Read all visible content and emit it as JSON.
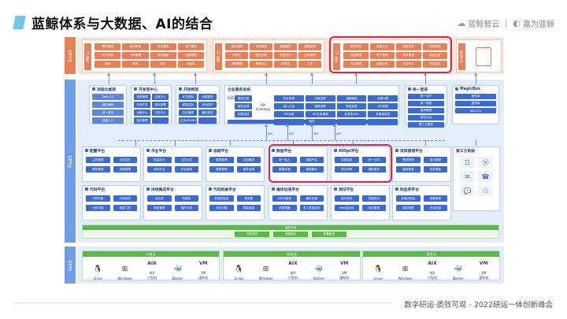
{
  "title": "蓝鲸体系与大数据、AI的结合",
  "logos": {
    "left": "蓝鲸智云",
    "right": "嘉为蓝鲸"
  },
  "footer": "数字研运·质效可观 - 2022研运一体创新峰会",
  "layers": {
    "saas": "SaaS",
    "paas": "PaaS",
    "iaas": "IaaS"
  },
  "saas_groups": [
    {
      "label": "CI 场景",
      "chips": [
        "需求管理",
        "版本管理",
        "研发管理",
        "资产管理",
        "交付质量",
        "代码管理",
        "测试管理",
        "运营管理",
        "测评",
        "需求",
        "设计",
        "制品库"
      ]
    },
    {
      "label": "CD 场景",
      "chips": [
        "发布管理",
        "环境管理",
        "部署编排",
        "配置管理",
        "可视化",
        "监控告警",
        "灰度发布",
        "应用管理",
        "流程管理",
        "资源中心",
        "服务台",
        "工单"
      ]
    },
    {
      "label": "CO 场景",
      "chips": [
        "故障自愈",
        "数据分析",
        "智能告警",
        "风险管理",
        "容量管理",
        "资产管理",
        "成本管理",
        "标准运维",
        "节点管理",
        "运营分析",
        "安全审计",
        "作业执行"
      ]
    }
  ],
  "phone_label": "移动平台",
  "vboxes_top": [
    {
      "title": "流程化桌面",
      "items": [
        "Web OS",
        "我的桌面",
        "统一登录",
        "快捷入口"
      ]
    },
    {
      "title": "开发者中心",
      "items": [
        "资源管理",
        "应用中心",
        "在线开发",
        "调试部署",
        "运营中心",
        "文档中心",
        "监控管理",
        "···"
      ]
    },
    {
      "title": "开放框架",
      "items": [
        "开发框架",
        "前端框架",
        "权限控制",
        "安全防护",
        "日志管理",
        "缓存框架",
        "企业APISDK",
        "···"
      ]
    }
  ],
  "gateway": {
    "title": "企业服务总线",
    "esb": "ESB",
    "api": "API Gateway",
    "g1": [
      "服务注册",
      "服务治理",
      "权限控制"
    ],
    "g2": [
      "协议转换",
      "流量控制",
      "熔断降级",
      "负载均衡",
      "接入认证",
      "链路追踪",
      "数据加密",
      "API资源",
      "API治理",
      "API生命周期",
      "多语言SDK",
      "多渠道发布",
      "WebSocket",
      "调用日志",
      "限流熔断",
      "···"
    ],
    "bottom": "组件"
  },
  "unify": {
    "title": "统一登录",
    "items": [
      "统一用户",
      "统一权限",
      "组织管理",
      "身份认证",
      "第三方登录"
    ]
  },
  "magicbox": {
    "title": "MagicBox",
    "items": [
      "组件库",
      "图表库",
      "BKUI-CU"
    ]
  },
  "api_labels": [
    "API",
    "API",
    "API",
    "API"
  ],
  "platforms_top": [
    {
      "title": "配置平台",
      "items": [
        "主机管理",
        "业务拓扑",
        "模型管理",
        "进程管理"
      ]
    },
    {
      "title": "作业平台",
      "items": [
        "批量执行",
        "文件分发",
        "定时作业",
        "作业编排"
      ]
    },
    {
      "title": "容器平台",
      "items": [
        "集群管理",
        "应用编排",
        "镜像管理",
        "服务治理"
      ]
    },
    {
      "title": "数据平台",
      "items": [
        "统一接入",
        "数据开发",
        "数据存储",
        "数据服务"
      ]
    },
    {
      "title": "AIOps平台",
      "items": [
        "智能监控",
        "统一分析",
        "算法训练",
        "模型服务"
      ]
    },
    {
      "title": "项目管理平台",
      "items": [
        "需求管理",
        "迭代管理",
        "缺陷管理",
        "任务看板"
      ]
    }
  ],
  "platforms_bottom": [
    {
      "title": "代码平台",
      "items": [
        "代码托管",
        "代码检查",
        "代码扫描",
        "质量门禁"
      ]
    },
    {
      "title": "持续集成平台",
      "items": [
        "流水线",
        "构建机",
        "制品管理",
        "插件市场"
      ]
    },
    {
      "title": "代码检查平台",
      "items": [
        "多语言检查",
        "规则集",
        "安全扫描",
        "质量度量"
      ]
    },
    {
      "title": "编译加速平台",
      "items": [
        "分布式编译",
        "缓存加速",
        "资源调度",
        "多工具链支持"
      ]
    },
    {
      "title": "测试平台",
      "items": [
        "接口测试",
        "性能测试",
        "Web自动化",
        "测试管理"
      ]
    },
    {
      "title": "制品库平台",
      "items": [
        "多格式制品",
        "依赖管理",
        "版本管理",
        "安全扫描"
      ]
    }
  ],
  "third_party": {
    "title": "第三方系统",
    "icons": [
      "☷",
      "ⓦ",
      "✉",
      "☎",
      "💬",
      "⚇"
    ]
  },
  "monitor": {
    "title": "监控平台",
    "chips": [
      "文件服务",
      "资源服务",
      "配置服务"
    ]
  },
  "clouds": [
    {
      "title": "公有云",
      "os": [
        "Linux",
        "Windows",
        "AIX",
        "Docker",
        "VM"
      ],
      "sub": [
        "",
        "",
        "小型机",
        "",
        "虚拟机"
      ]
    },
    {
      "title": "私有云",
      "os": [
        "Linux",
        "Windows",
        "AIX",
        "Docker",
        "VM"
      ],
      "sub": [
        "",
        "",
        "小型机",
        "",
        "虚拟机"
      ]
    },
    {
      "title": "混合云",
      "os": [
        "Linux",
        "Windows",
        "AIX",
        "Docker",
        "VM"
      ],
      "sub": [
        "",
        "",
        "小型机",
        "",
        "虚拟机"
      ]
    }
  ]
}
